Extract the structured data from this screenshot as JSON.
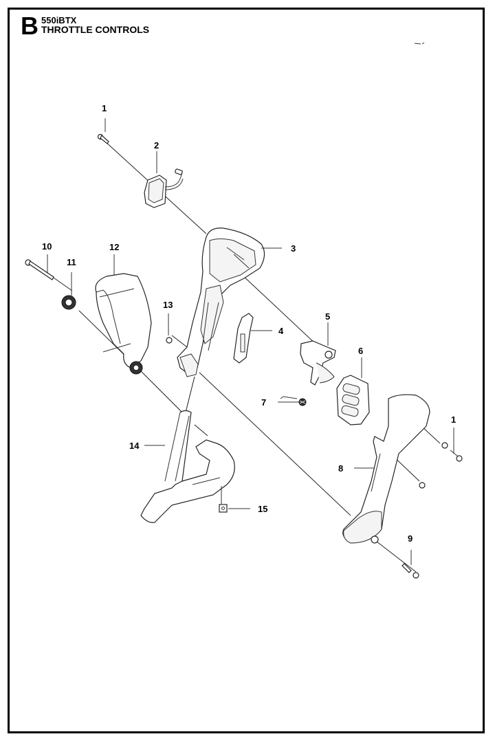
{
  "header": {
    "section_letter": "B",
    "model": "550iBTX",
    "title": "THROTTLE CONTROLS"
  },
  "callouts": [
    {
      "number": "1",
      "part": "screw"
    },
    {
      "number": "2",
      "part": "switch-with-cable"
    },
    {
      "number": "3",
      "part": "handle-housing-upper"
    },
    {
      "number": "4",
      "part": "switch-slider"
    },
    {
      "number": "5",
      "part": "throttle-trigger"
    },
    {
      "number": "6",
      "part": "control-button-pad"
    },
    {
      "number": "7",
      "part": "torsion-spring"
    },
    {
      "number": "8",
      "part": "handle-housing-cover"
    },
    {
      "number": "9",
      "part": "screw"
    },
    {
      "number": "10",
      "part": "bolt"
    },
    {
      "number": "11",
      "part": "knob"
    },
    {
      "number": "12",
      "part": "handle-clamp"
    },
    {
      "number": "13",
      "part": "nut"
    },
    {
      "number": "14",
      "part": "handle-bracket"
    },
    {
      "number": "15",
      "part": "square-nut"
    },
    {
      "number": "1",
      "part": "screw"
    }
  ]
}
